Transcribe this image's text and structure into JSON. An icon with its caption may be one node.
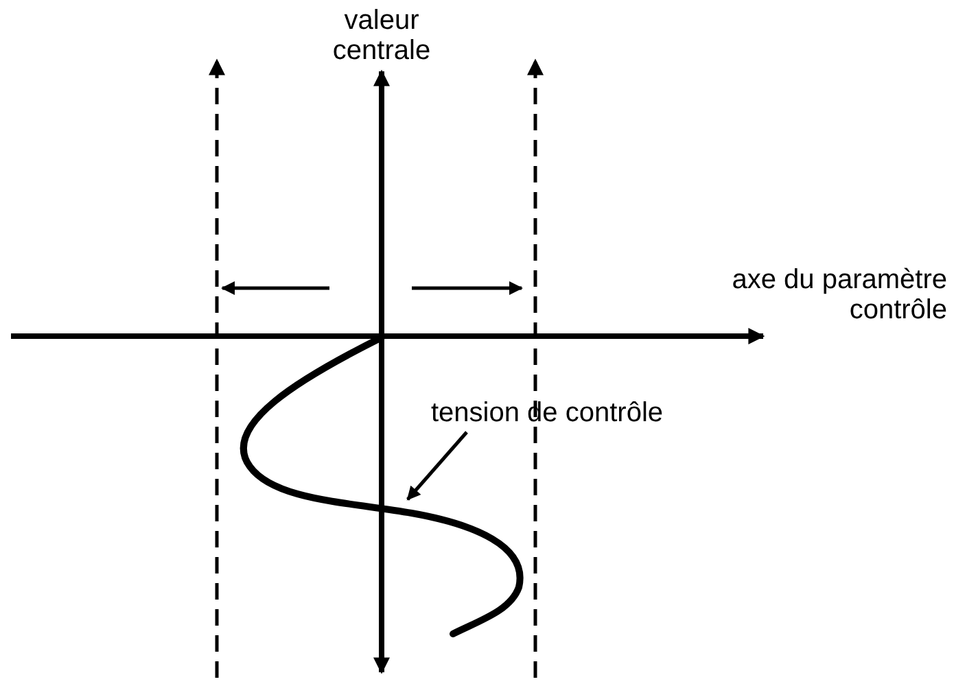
{
  "diagram": {
    "nodes": [
      {
        "text": [
          "tension de contrôle"
        ]
      },
      {
        "text": [],
        "shape": "curve"
      }
    ],
    "edges": [
      {
        "from": 0,
        "to": 1,
        "arrow": "to"
      }
    ],
    "labels": [
      "valeur centrale",
      "axe du paramètre contrôle"
    ]
  }
}
